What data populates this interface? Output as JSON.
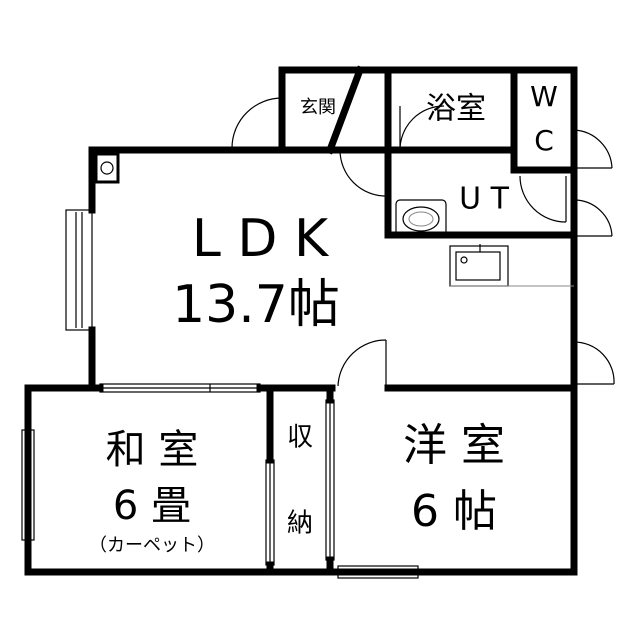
{
  "rooms": {
    "entrance": "玄関",
    "bathroom": "浴室",
    "toilet": "W\nC",
    "utility": "U T",
    "ldk_name": "L D K",
    "ldk_size": "13.7帖",
    "washitsu_name": "和 室",
    "washitsu_size": "6 畳",
    "washitsu_note": "（カーペット）",
    "storage": "収\n\n納",
    "youshitsu_name": "洋 室",
    "youshitsu_size": "6 帖"
  }
}
